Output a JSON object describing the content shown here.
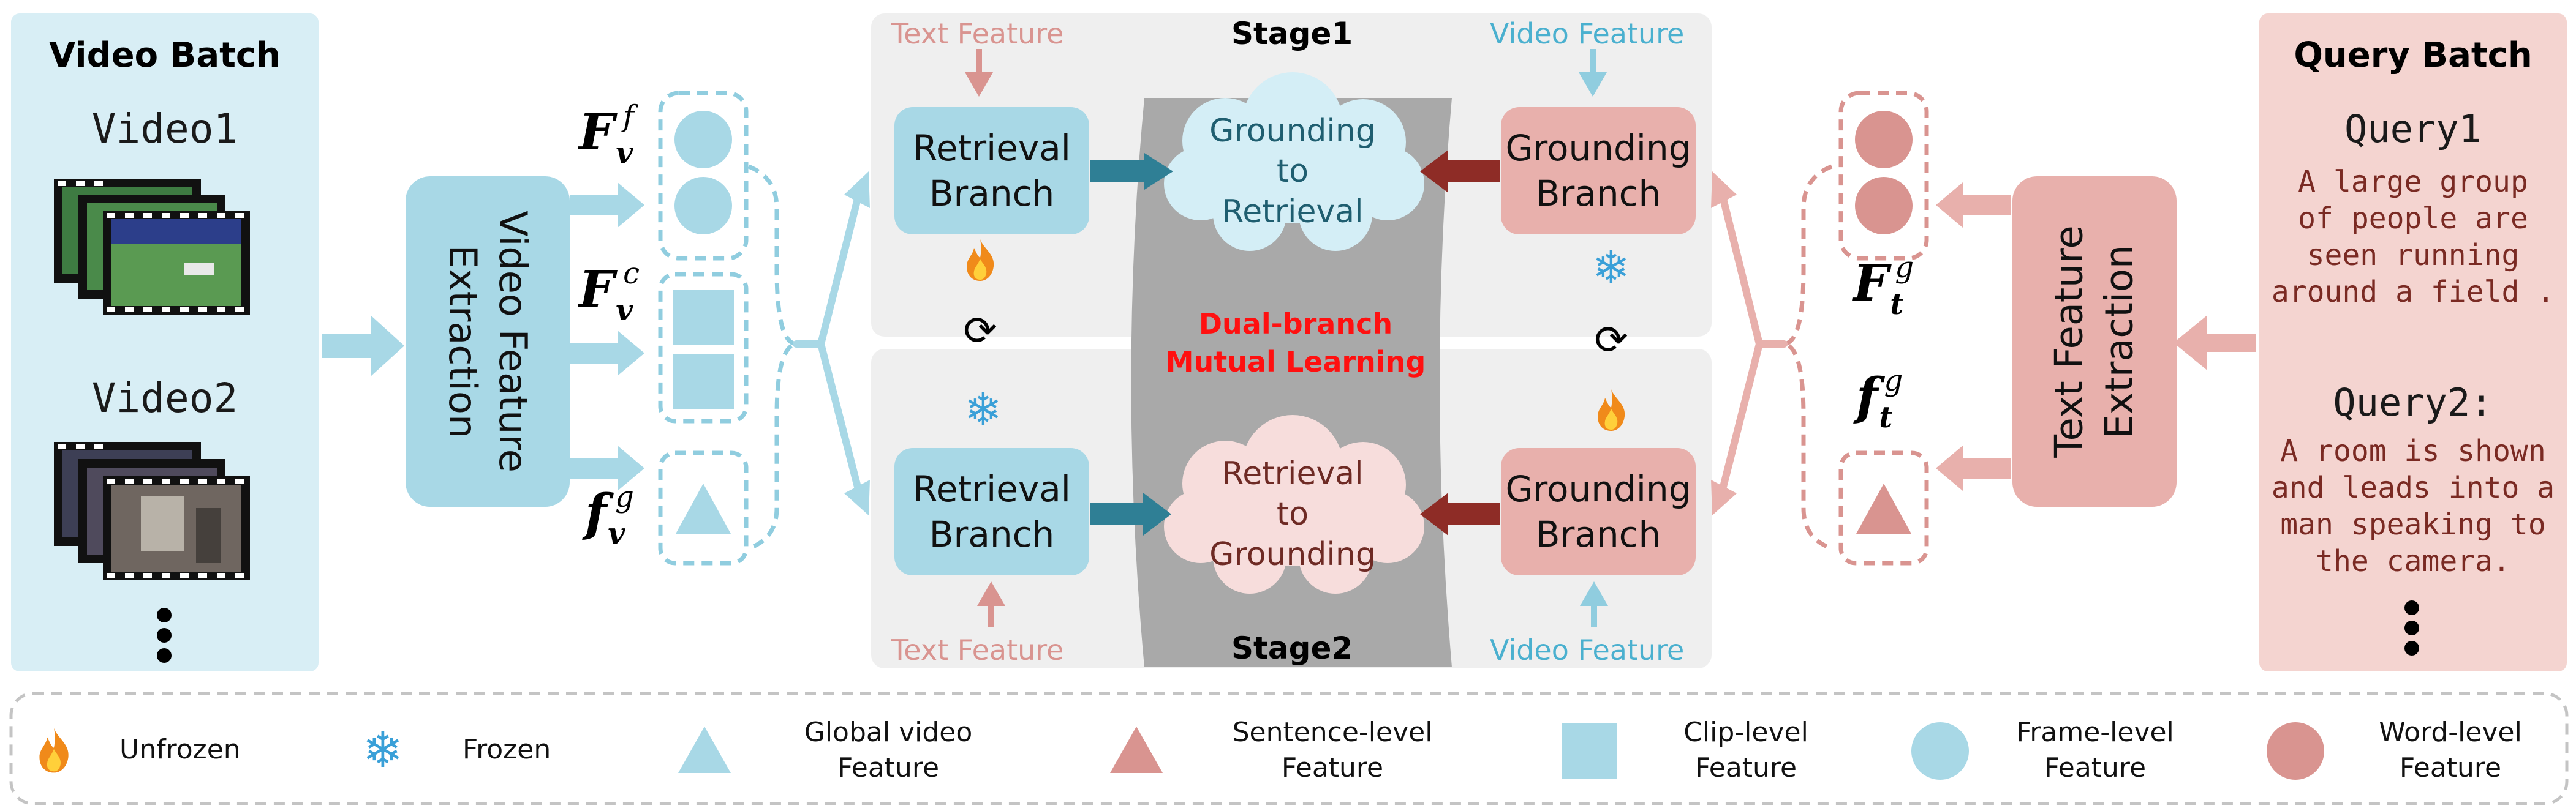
{
  "video_batch": {
    "title": "Video Batch",
    "items": [
      "Video1",
      "Video2"
    ]
  },
  "query_batch": {
    "title": "Query Batch",
    "queries": [
      {
        "title": "Query1",
        "text": "A large group\nof people are\nseen running\naround a field ."
      },
      {
        "title": "Query2:",
        "text": "A room is shown\nand leads into a\nman speaking to\nthe camera."
      }
    ]
  },
  "video_extraction": {
    "label": "Video Feature\nExtraction"
  },
  "text_extraction": {
    "label": "Text Feature\nExtraction"
  },
  "video_features": {
    "frame": {
      "base": "F",
      "sub": "v",
      "sup": "f"
    },
    "clip": {
      "base": "F",
      "sub": "v",
      "sup": "c"
    },
    "global": {
      "base": "f",
      "sub": "v",
      "sup": "g"
    }
  },
  "text_features": {
    "word": {
      "base": "F",
      "sub": "t",
      "sup": "g"
    },
    "sentence": {
      "base": "f",
      "sub": "t",
      "sup": "g"
    }
  },
  "stage1": {
    "label": "Stage1",
    "text_feature": "Text Feature",
    "video_feature": "Video Feature",
    "retrieval": "Retrieval\nBranch",
    "grounding": "Grounding\nBranch",
    "cloud": "Grounding\nto\nRetrieval"
  },
  "stage2": {
    "label": "Stage2",
    "text_feature": "Text Feature",
    "video_feature": "Video Feature",
    "retrieval": "Retrieval\nBranch",
    "grounding": "Grounding\nBranch",
    "cloud": "Retrieval\nto\nGrounding"
  },
  "center_label": "Dual-branch\nMutual Learning",
  "legend": [
    {
      "icon": "flame-icon",
      "label": "Unfrozen"
    },
    {
      "icon": "snowflake-icon",
      "label": "Frozen"
    },
    {
      "icon": "blue-triangle-icon",
      "label": "Global video\nFeature"
    },
    {
      "icon": "red-triangle-icon",
      "label": "Sentence-level\nFeature"
    },
    {
      "icon": "blue-square-icon",
      "label": "Clip-level\nFeature"
    },
    {
      "icon": "blue-circle-icon",
      "label": "Frame-level\nFeature"
    },
    {
      "icon": "red-circle-icon",
      "label": "Word-level\nFeature"
    }
  ],
  "colors": {
    "video_bg": "#d8eef5",
    "video_box": "#a8d8e6",
    "video_accent": "#90cddf",
    "query_bg": "#f4d4d0",
    "text_box": "#e8b0ac",
    "text_accent": "#d99490",
    "stage_bg": "#efefef",
    "center_band": "#a9a9a9",
    "blue_arrow": "#2f7f95",
    "red_arrow": "#8e2c26",
    "cloud_blue": "#d4eef6",
    "cloud_red": "#f7dddc",
    "mutual_red": "#ff1010"
  }
}
